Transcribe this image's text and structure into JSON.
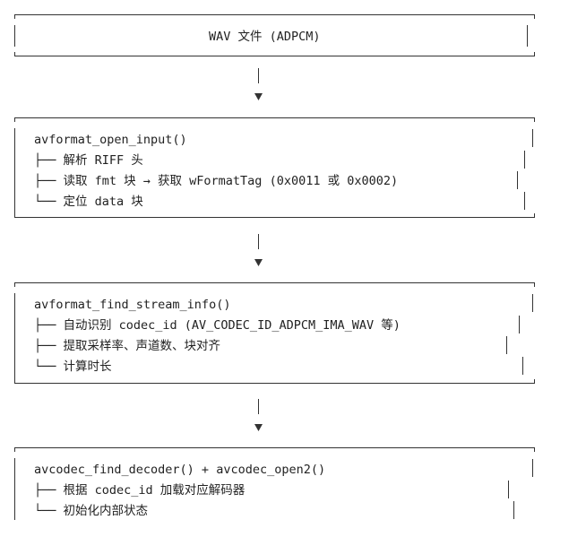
{
  "diagram": {
    "boxes": [
      {
        "name": "box-wav-file",
        "title": "WAV 文件 (ADPCM)",
        "lines": []
      },
      {
        "name": "box-avformat-open-input",
        "title": "avformat_open_input()",
        "lines": [
          "├── 解析 RIFF 头",
          "├── 读取 fmt 块 → 获取 wFormatTag (0x0011 或 0x0002)",
          "└── 定位 data 块"
        ]
      },
      {
        "name": "box-avformat-find-stream-info",
        "title": "avformat_find_stream_info()",
        "lines": [
          "├── 自动识别 codec_id (AV_CODEC_ID_ADPCM_IMA_WAV 等)",
          "├── 提取采样率、声道数、块对齐",
          "└── 计算时长"
        ]
      },
      {
        "name": "box-avcodec-find-decoder",
        "title": "avcodec_find_decoder() + avcodec_open2()",
        "lines": [
          "├── 根据 codec_id 加载对应解码器",
          "└── 初始化内部状态"
        ]
      }
    ],
    "colors": {
      "line": "#333333",
      "text": "#222222",
      "background": "#ffffff"
    }
  }
}
